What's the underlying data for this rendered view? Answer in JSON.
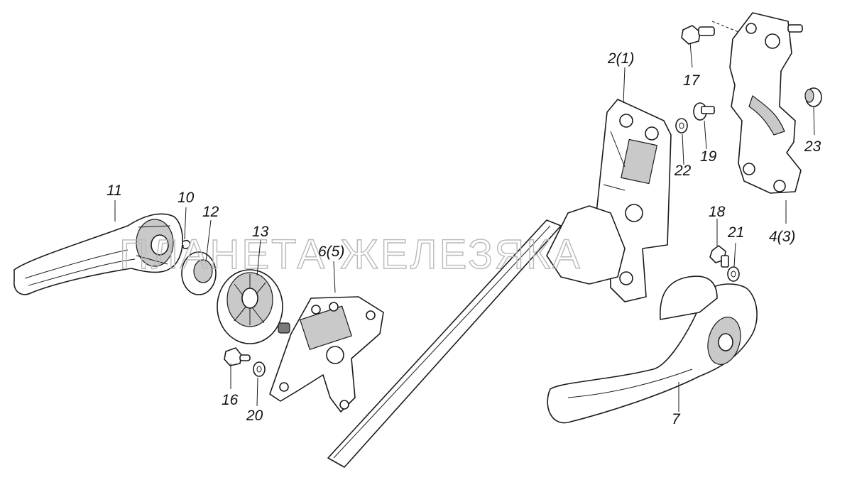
{
  "watermark": "ПЛАНЕТА ЖЕЛЕЗЯКА",
  "callouts": {
    "p11": "11",
    "p10": "10",
    "p12": "12",
    "p13": "13",
    "p6_5": "6(5)",
    "p16": "16",
    "p20": "20",
    "p2_1": "2(1)",
    "p17": "17",
    "p22": "22",
    "p19": "19",
    "p23": "23",
    "p18": "18",
    "p21": "21",
    "p4_3": "4(3)",
    "p7": "7"
  },
  "colors": {
    "line": "#1a1a1a",
    "shade": "#c9c9c9",
    "watermark": "#b9b9b9"
  }
}
